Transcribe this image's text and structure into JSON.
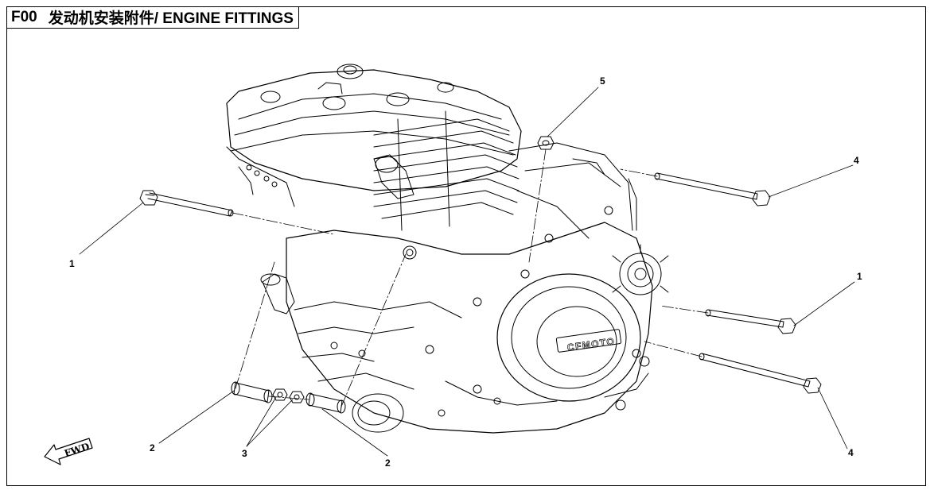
{
  "title": {
    "code": "F00",
    "text": "发动机安装附件/ ENGINE FITTINGS"
  },
  "engine_brand": "CFMOTO",
  "direction_marker": "FWD",
  "callouts": [
    {
      "label": "1"
    },
    {
      "label": "1"
    },
    {
      "label": "2"
    },
    {
      "label": "2"
    },
    {
      "label": "3"
    },
    {
      "label": "4"
    },
    {
      "label": "4"
    },
    {
      "label": "5"
    }
  ]
}
